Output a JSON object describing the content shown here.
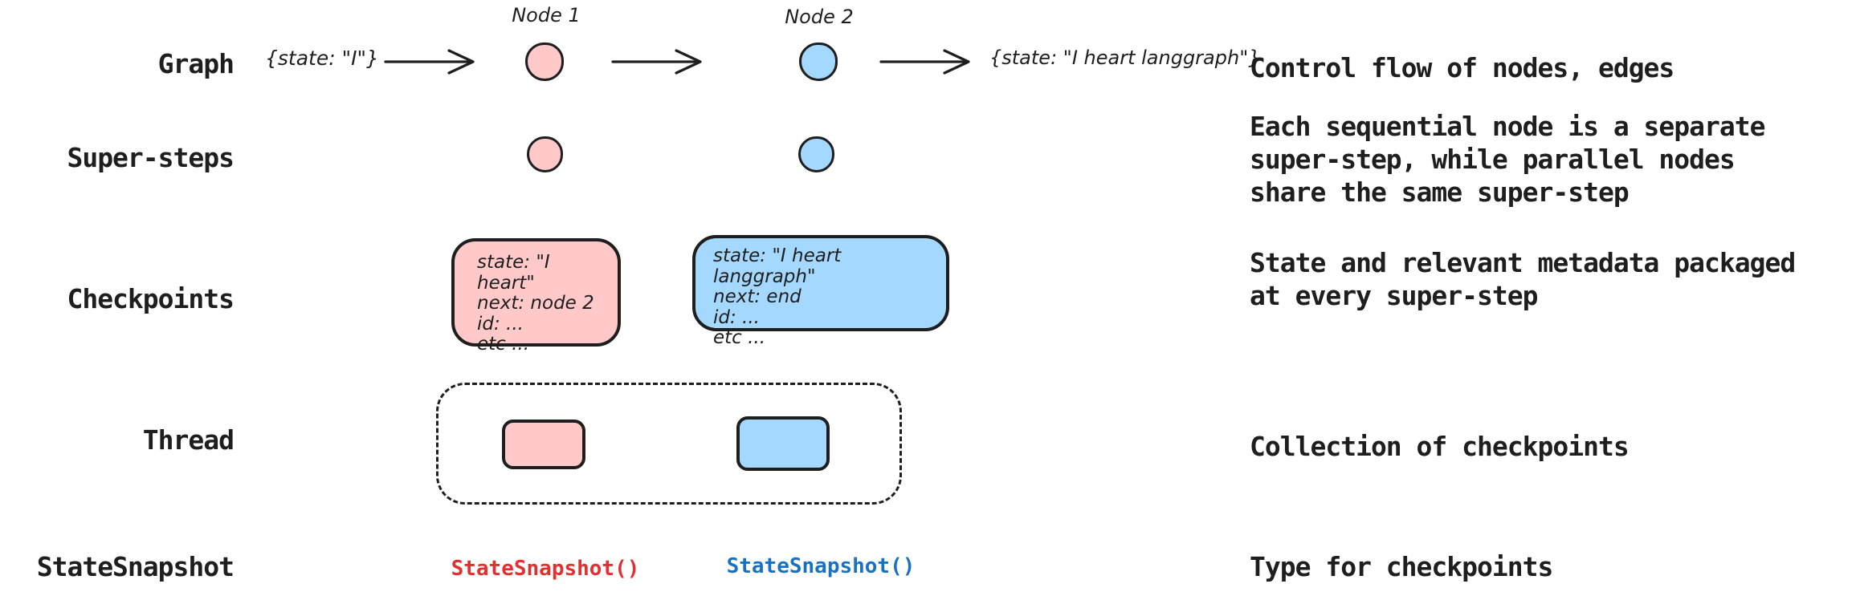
{
  "palette": {
    "pink_fill": "#ffc9c9",
    "blue_fill": "#a5d8ff",
    "stroke": "#1e1e1e",
    "red_text": "#e03131",
    "blue_text": "#1971c2"
  },
  "rows": [
    {
      "label": "Graph",
      "description": "Control flow of nodes, edges"
    },
    {
      "label": "Super-steps",
      "description": "Each sequential node is a separate\nsuper-step, while parallel nodes\nshare the same super-step"
    },
    {
      "label": "Checkpoints",
      "description": "State and relevant metadata packaged\nat every super-step"
    },
    {
      "label": "Thread",
      "description": "Collection of checkpoints"
    },
    {
      "label": "StateSnapshot",
      "description": "Type for checkpoints"
    }
  ],
  "graph": {
    "input_state": "{state: \"I\"}",
    "node1_label": "Node 1",
    "node2_label": "Node 2",
    "output_state": "{state: \"I heart langgraph\"}"
  },
  "checkpoints": {
    "pink_box": "state: \"I heart\"\nnext: node 2\nid: ...\netc ...",
    "blue_box": "state: \"I heart langgraph\"\nnext: end\nid: ...\netc ..."
  },
  "state_snapshot": {
    "pink_call": "StateSnapshot()",
    "blue_call": "StateSnapshot()"
  }
}
